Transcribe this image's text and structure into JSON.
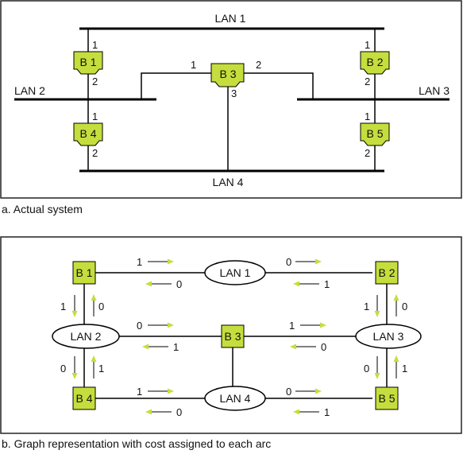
{
  "colors": {
    "bridge_fill": "#c5de3d",
    "line": "#000000",
    "frame": "#222222"
  },
  "panel_a": {
    "caption": "a. Actual system",
    "lans": {
      "lan1": "LAN 1",
      "lan2": "LAN 2",
      "lan3": "LAN 3",
      "lan4": "LAN 4"
    },
    "bridges": {
      "b1": {
        "label": "B 1",
        "port_top": "1",
        "port_bottom": "2"
      },
      "b2": {
        "label": "B 2",
        "port_top": "1",
        "port_bottom": "2"
      },
      "b3": {
        "label": "B 3",
        "port_left": "1",
        "port_right": "2",
        "port_bottom": "3"
      },
      "b4": {
        "label": "B 4",
        "port_top": "1",
        "port_bottom": "2"
      },
      "b5": {
        "label": "B 5",
        "port_top": "1",
        "port_bottom": "2"
      }
    }
  },
  "panel_b": {
    "caption": "b. Graph representation with cost assigned to each arc",
    "nodes": {
      "b1": "B 1",
      "b2": "B 2",
      "b3": "B 3",
      "b4": "B 4",
      "b5": "B 5",
      "lan1": "LAN 1",
      "lan2": "LAN 2",
      "lan3": "LAN 3",
      "lan4": "LAN 4"
    },
    "costs": {
      "b1_lan1": {
        "forward": "1",
        "back": "0"
      },
      "lan1_b2": {
        "forward": "0",
        "back": "1"
      },
      "lan2_b3": {
        "forward": "0",
        "back": "1"
      },
      "b3_lan3": {
        "forward": "1",
        "back": "0"
      },
      "b4_lan4": {
        "forward": "1",
        "back": "0"
      },
      "lan4_b5": {
        "forward": "0",
        "back": "1"
      },
      "b1_lan2": {
        "down": "1",
        "up": "0"
      },
      "lan2_b4": {
        "down": "0",
        "up": "1"
      },
      "b2_lan3": {
        "down": "1",
        "up": "0"
      },
      "lan3_b5": {
        "down": "0",
        "up": "1"
      }
    }
  }
}
